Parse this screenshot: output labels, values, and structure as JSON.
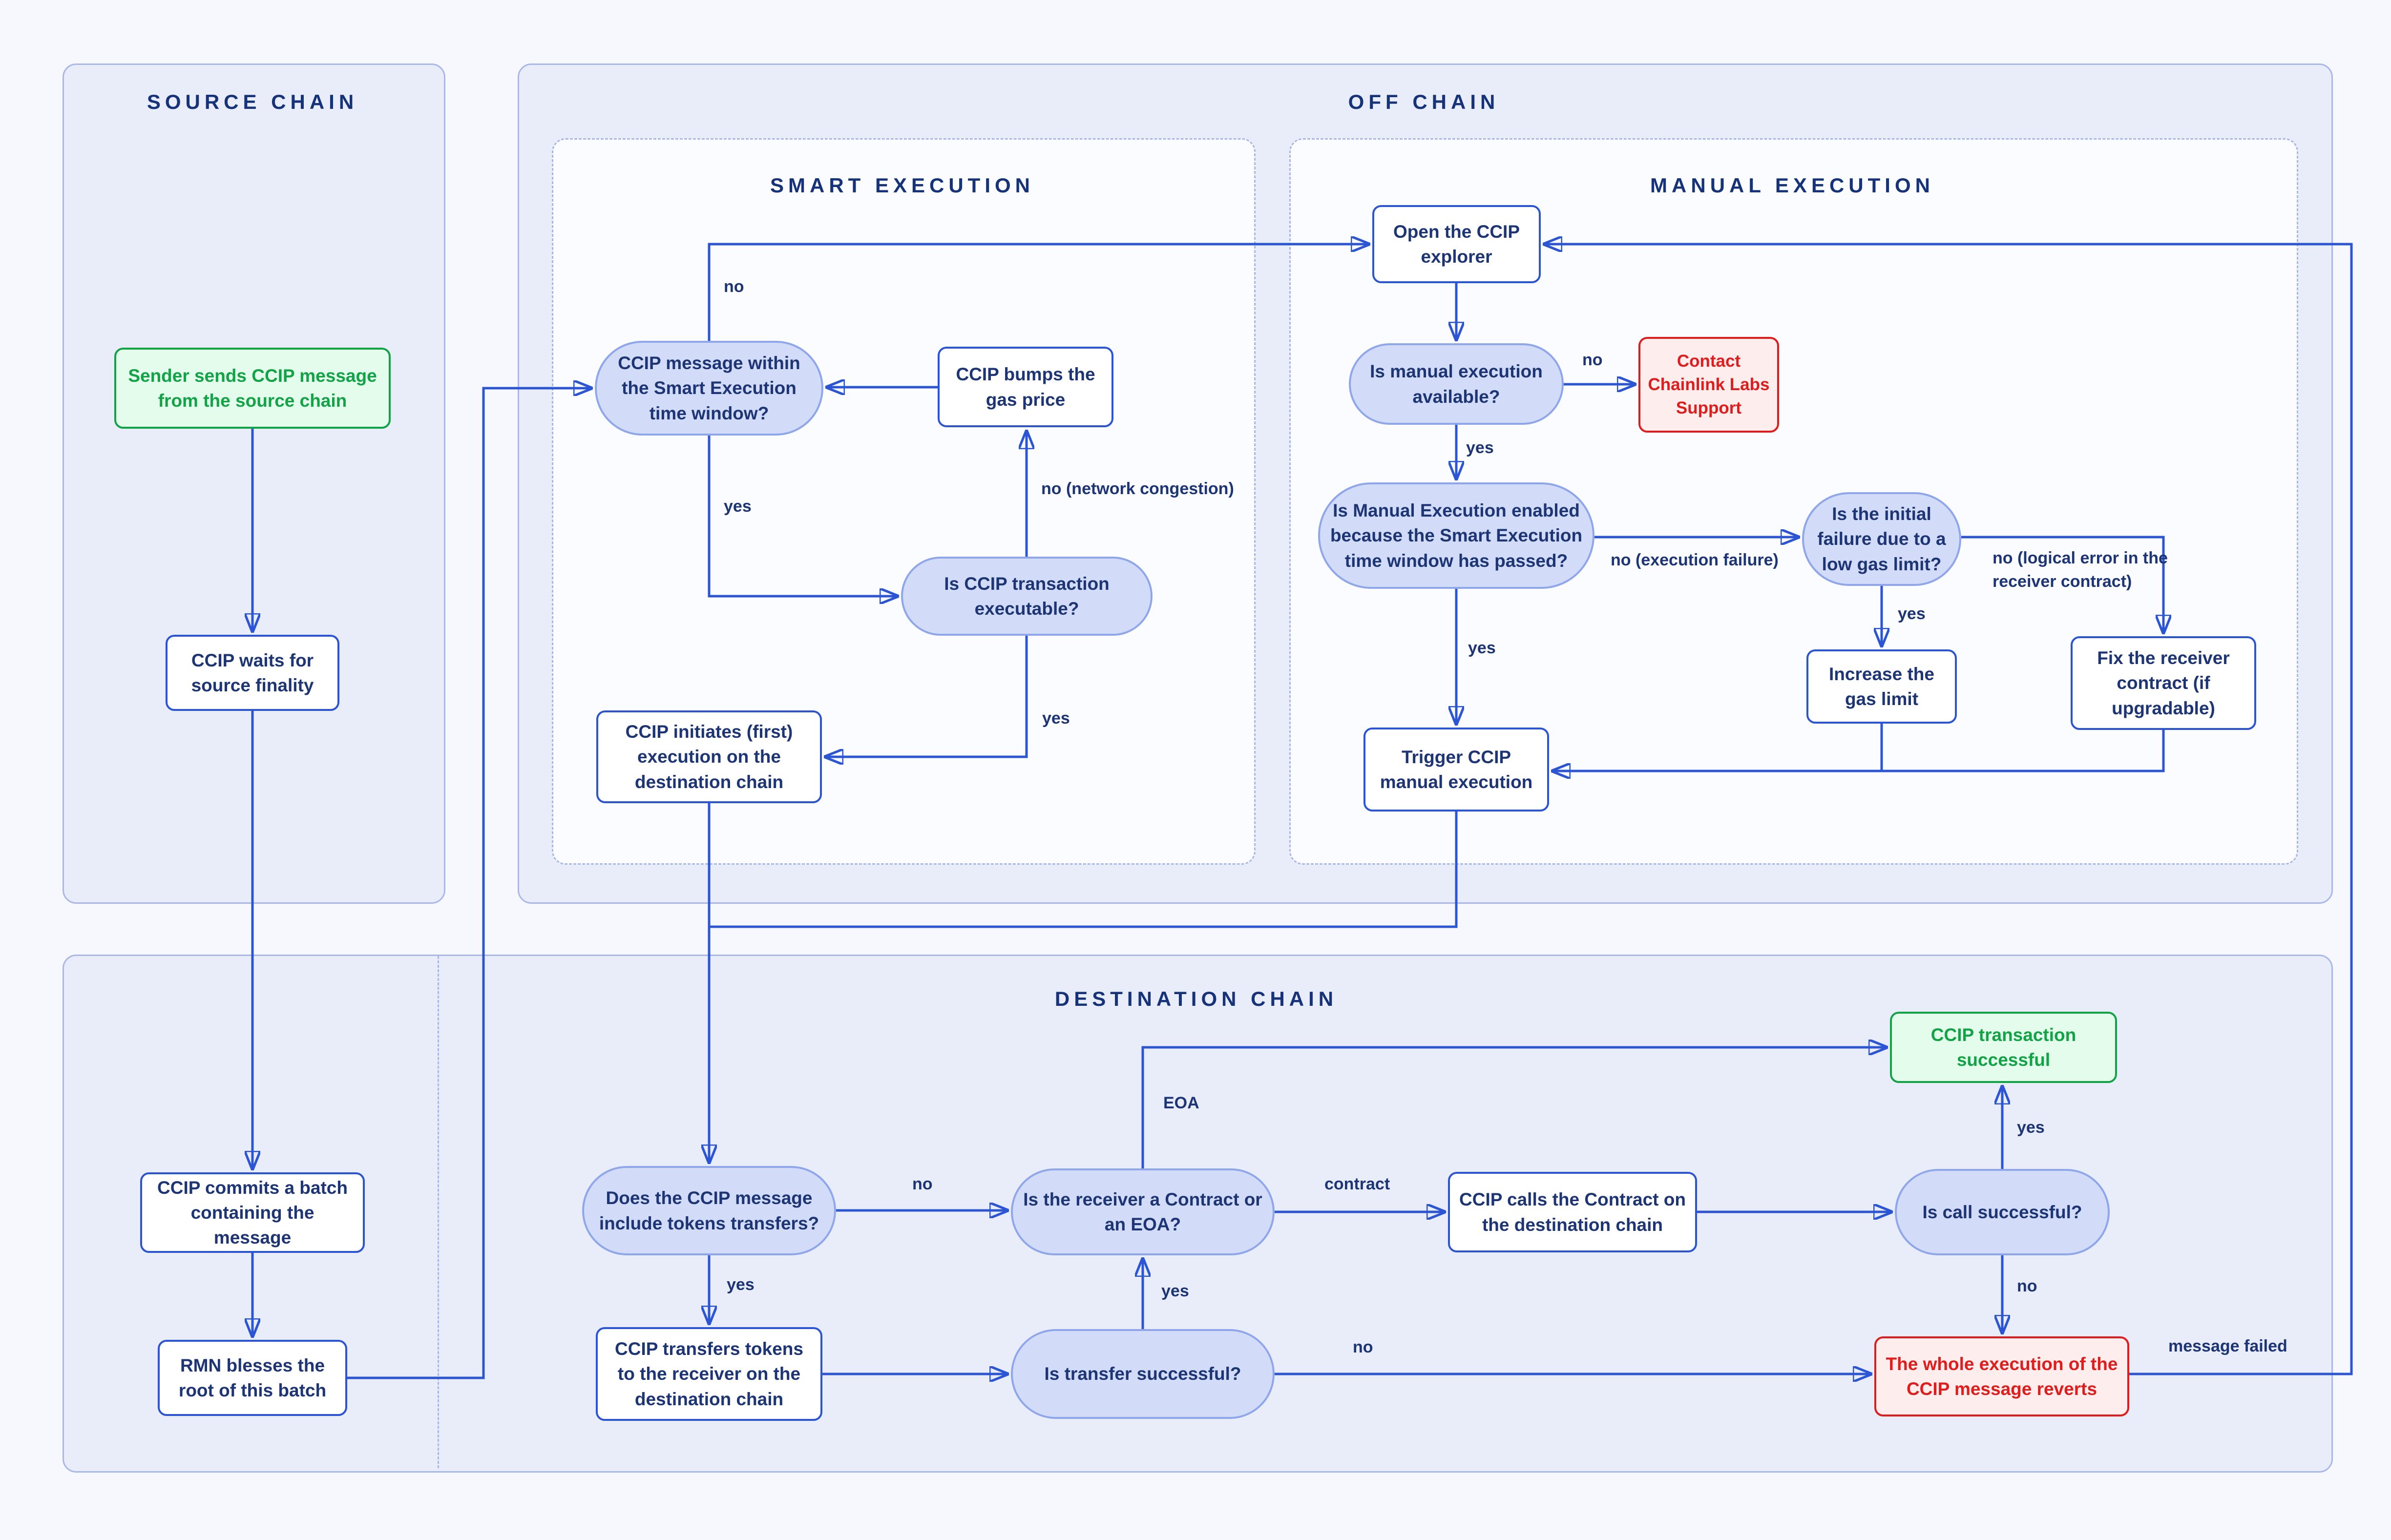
{
  "colors": {
    "page_background": "#f7f8fd",
    "panel_fill": "#e9edf9",
    "panel_border": "#a9b8e9",
    "connector_blue": "#2b55d4",
    "navy_text": "#1d3575",
    "pill_fill": "#d2dcf8",
    "pill_border": "#8fa7ea",
    "success_green": "#13a347",
    "error_red": "#e11c1c"
  },
  "sections": {
    "source_chain": {
      "title": "SOURCE CHAIN"
    },
    "off_chain": {
      "title": "OFF CHAIN"
    },
    "smart_execution": {
      "title": "SMART EXECUTION"
    },
    "manual_execution": {
      "title": "MANUAL EXECUTION"
    },
    "destination_chain": {
      "title": "DESTINATION CHAIN"
    }
  },
  "nodes": {
    "sender": {
      "kind": "start",
      "label": "Sender sends CCIP message from the source chain"
    },
    "waits": {
      "kind": "process",
      "label": "CCIP waits for source finality"
    },
    "commits": {
      "kind": "process",
      "label": "CCIP commits a batch containing the message"
    },
    "rmn": {
      "kind": "process",
      "label": "RMN blesses the root of this batch"
    },
    "msg_window": {
      "kind": "decision",
      "label": "CCIP message within the Smart Execution time window?"
    },
    "bumps": {
      "kind": "process",
      "label": "CCIP bumps the gas price"
    },
    "executable": {
      "kind": "decision",
      "label": "Is CCIP transaction executable?"
    },
    "initiates": {
      "kind": "process",
      "label": "CCIP initiates (first) execution on the destination chain"
    },
    "explorer": {
      "kind": "process",
      "label": "Open the CCIP explorer"
    },
    "manual_avail": {
      "kind": "decision",
      "label": "Is manual execution available?"
    },
    "contact": {
      "kind": "error",
      "label": "Contact Chainlink Labs Support"
    },
    "manual_enabled": {
      "kind": "decision",
      "label": "Is Manual Execution enabled because the Smart Execution time window has passed?"
    },
    "initial_failure": {
      "kind": "decision",
      "label": "Is the initial failure due to a low gas limit?"
    },
    "increase": {
      "kind": "process",
      "label": "Increase the gas limit"
    },
    "fix": {
      "kind": "process",
      "label": "Fix the receiver contract (if upgradable)"
    },
    "trigger": {
      "kind": "process",
      "label": "Trigger CCIP manual execution"
    },
    "tokens": {
      "kind": "decision",
      "label": "Does the CCIP message include tokens transfers?"
    },
    "receiver": {
      "kind": "decision",
      "label": "Is the receiver a Contract or an EOA?"
    },
    "calls": {
      "kind": "process",
      "label": "CCIP calls the Contract on the destination chain"
    },
    "call_success": {
      "kind": "decision",
      "label": "Is call successful?"
    },
    "success": {
      "kind": "success",
      "label": "CCIP transaction successful"
    },
    "transfers": {
      "kind": "process",
      "label": "CCIP transfers tokens to the receiver on the destination chain"
    },
    "transfer_success": {
      "kind": "decision",
      "label": "Is transfer successful?"
    },
    "reverts": {
      "kind": "error",
      "label": "The whole execution of the CCIP message reverts"
    }
  },
  "edge_labels": {
    "msg_window_no": "no",
    "msg_window_yes": "yes",
    "executable_no": "no (network congestion)",
    "executable_yes": "yes",
    "manual_avail_no": "no",
    "manual_avail_yes": "yes",
    "manual_enabled_no": "no (execution failure)",
    "manual_enabled_yes": "yes",
    "initial_failure_yes": "yes",
    "initial_failure_no": "no (logical error in the receiver contract)",
    "tokens_no": "no",
    "tokens_yes": "yes",
    "receiver_eoa": "EOA",
    "receiver_contract": "contract",
    "call_yes": "yes",
    "call_no": "no",
    "transfer_yes": "yes",
    "transfer_no": "no",
    "message_failed": "message failed"
  }
}
